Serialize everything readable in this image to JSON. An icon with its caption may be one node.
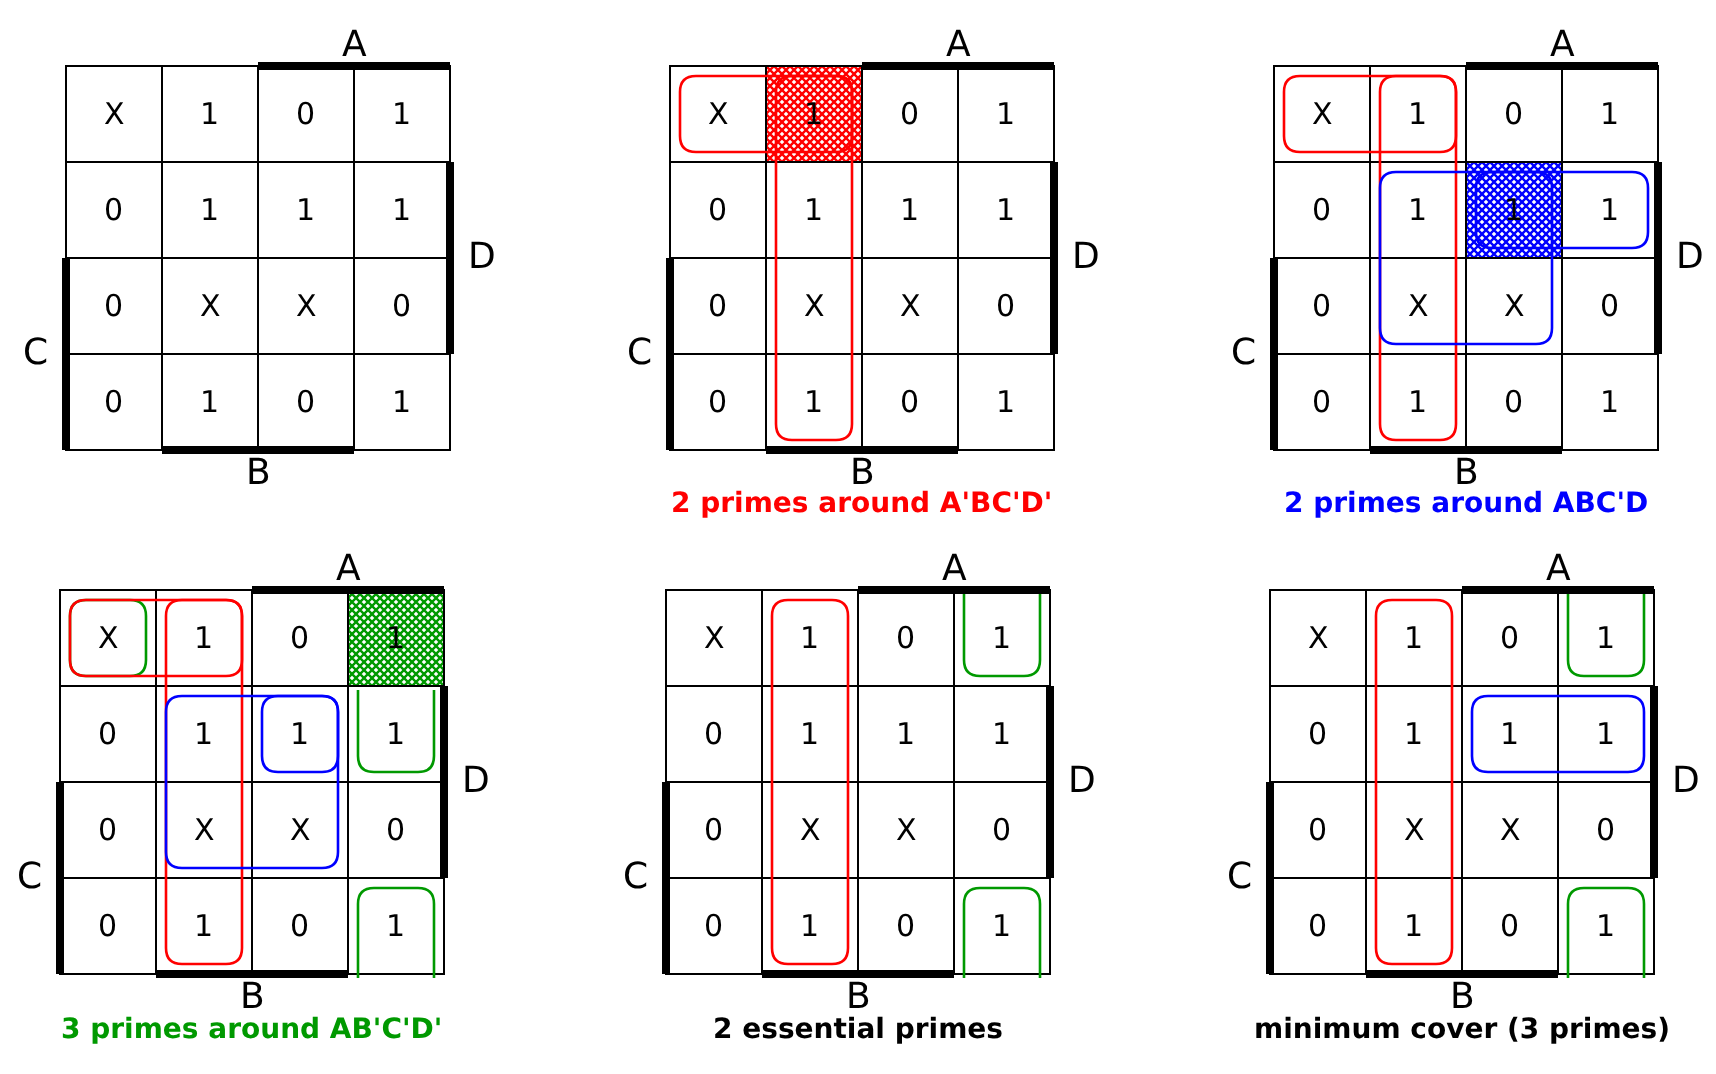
{
  "diagram": {
    "labels": [
      "A",
      "X",
      "1",
      "0",
      "1",
      "0",
      "1",
      "1",
      "1",
      "0",
      "X",
      "X",
      "0",
      "0",
      "1",
      "0",
      "1",
      "D",
      "C",
      "B",
      "A",
      "X",
      "1",
      "0",
      "1",
      "0",
      "1",
      "1",
      "1",
      "0",
      "X",
      "X",
      "0",
      "0",
      "1",
      "0",
      "1",
      "D",
      "C",
      "B",
      "2 primes around A'BC'D'",
      "A",
      "X",
      "1",
      "0",
      "1",
      "0",
      "1",
      "1",
      "1",
      "0",
      "X",
      "X",
      "0",
      "0",
      "1",
      "0",
      "1",
      "D",
      "C",
      "B",
      "2 primes around ABC'D",
      "A",
      "X",
      "1",
      "0",
      "1",
      "0",
      "1",
      "1",
      "1",
      "0",
      "X",
      "X",
      "0",
      "0",
      "1",
      "0",
      "1",
      "D",
      "C",
      "B",
      "3 primes around AB'C'D'",
      "A",
      "X",
      "1",
      "0",
      "1",
      "0",
      "1",
      "1",
      "1",
      "0",
      "X",
      "X",
      "0",
      "0",
      "1",
      "0",
      "1",
      "D",
      "C",
      "B",
      "2 essential primes",
      "A",
      "X",
      "1",
      "0",
      "1",
      "0",
      "1",
      "1",
      "1",
      "0",
      "X",
      "X",
      "0",
      "0",
      "1",
      "0",
      "1",
      "D",
      "C",
      "B",
      "minimum cover (3 primes)"
    ]
  }
}
